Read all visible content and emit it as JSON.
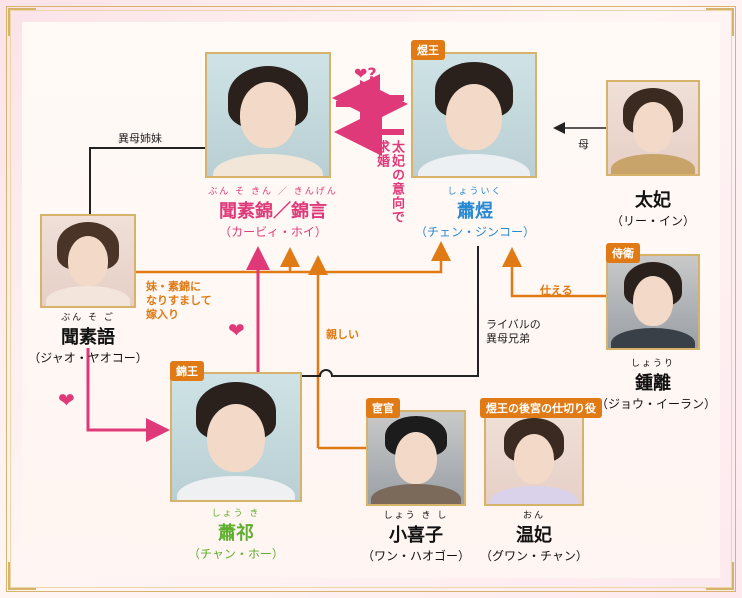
{
  "colors": {
    "pink": "#e0397a",
    "orange": "#e07a15",
    "blue": "#2a8ad1",
    "green": "#5fae2f",
    "gold": "#d7b26a",
    "dark_line": "#222222"
  },
  "characters": {
    "wen_sujin": {
      "ruby": "ぶん そ きん ／ きんげん",
      "name": "聞素錦／錦言",
      "actor": "（カービィ・ホイ）"
    },
    "xiao_yu": {
      "tag": "煜王",
      "ruby": "しょういく",
      "name": "蕭煜",
      "actor": "（チェン・ジンコー）"
    },
    "taihi": {
      "name": "太妃",
      "actor": "（リー・イン）"
    },
    "wen_suyu": {
      "ruby": "ぶん そ ご",
      "name": "聞素語",
      "actor": "（ジャオ・ヤオコー）"
    },
    "zhong_li": {
      "tag": "侍衛",
      "ruby": "しょうり",
      "name": "鍾離",
      "actor": "（ジョウ・イーラン）"
    },
    "xiao_qi": {
      "tag": "錦王",
      "ruby": "しょう き",
      "name": "蕭祁",
      "actor": "（チャン・ホー）"
    },
    "xiao_xizi": {
      "tag": "宦官",
      "ruby": "しょう き し",
      "name": "小喜子",
      "actor": "（ワン・ハオゴー）"
    },
    "wen_hi": {
      "tag": "煜王の後宮の仕切り役",
      "ruby": "おん",
      "name": "温妃",
      "actor": "（グワン・チャン）"
    }
  },
  "relations": {
    "half_sisters": "異母姉妹",
    "mother": "母",
    "proposal": "太妃の意向で求婚",
    "love_question": "❤?",
    "impersonate": "妹・素錦に\nなりすまして\n嫁入り",
    "close": "親しい",
    "rival": "ライバルの\n異母兄弟",
    "serve": "仕える",
    "love": "❤"
  }
}
